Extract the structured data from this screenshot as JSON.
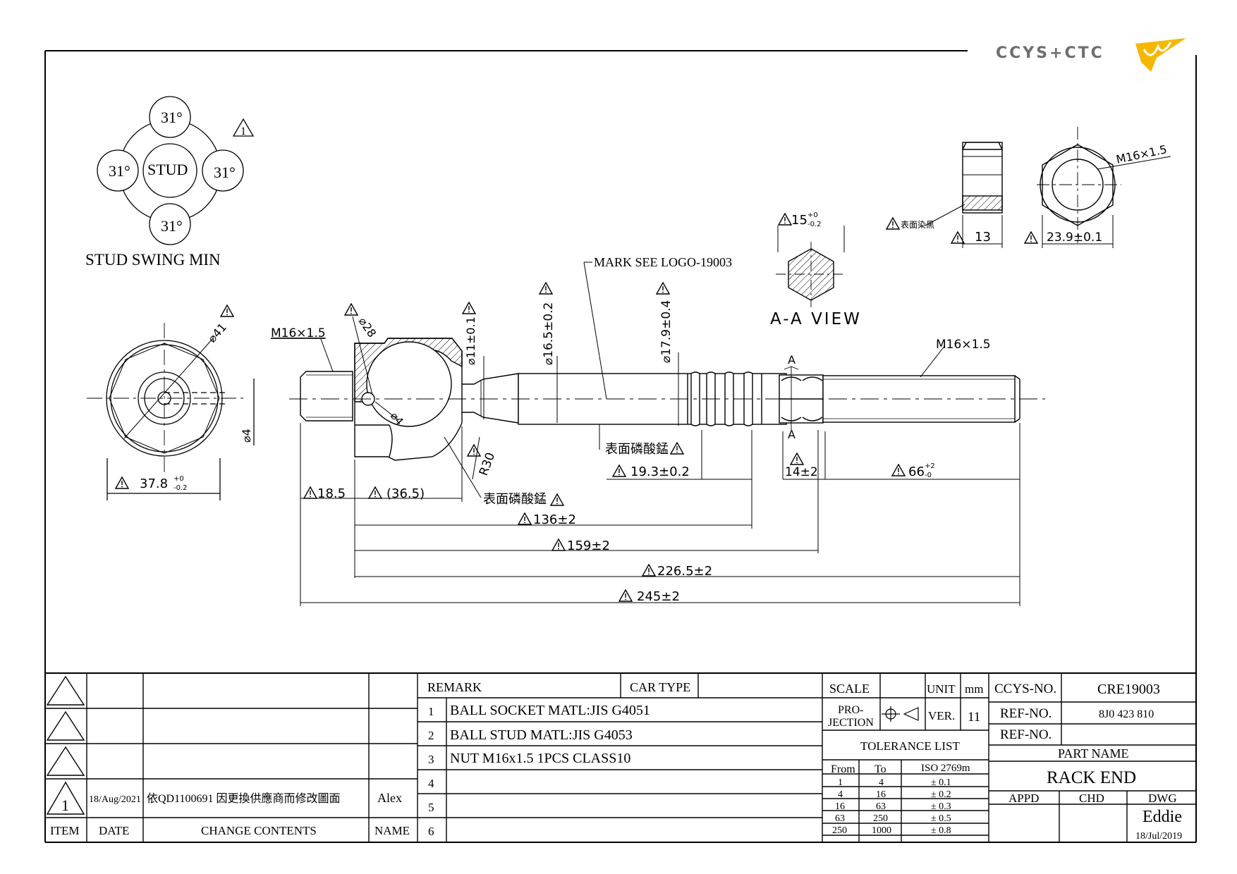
{
  "logo": {
    "text": "CCYS+CTC",
    "accent_color": "#f5b800",
    "text_color": "#6e6e6e"
  },
  "drawing": {
    "swing": {
      "values": [
        "31°",
        "31°",
        "31°",
        "31°"
      ],
      "center": "STUD",
      "caption": "STUD SWING MIN",
      "rev_mark": "1"
    },
    "labels": {
      "thread_left": "M16×1.5",
      "thread_right": "M16×1.5",
      "mark_logo": "MARK SEE LOGO-19003",
      "surface_treatment": "表面磷酸錳",
      "surface_black": "表面染黑",
      "aa_view": "A-A VIEW",
      "section_a": "A",
      "nut_thread": "M16×1.5",
      "radius": "R30"
    },
    "dims": {
      "d41": "⌀41",
      "d4": "⌀4",
      "d4b": "⌀4",
      "d28": "⌀28",
      "d11": "⌀11±0.1",
      "d16_5": "⌀16.5±0.2",
      "d17_9": "⌀17.9±0.4",
      "w37_8": "37.8",
      "w37_8_tol_up": "+0",
      "w37_8_tol_dn": "-0.2",
      "l18_5": "18.5",
      "l36_5": "(36.5)",
      "l19_3": "19.3±0.2",
      "l14": "14±2",
      "l66": "66",
      "l66_tol_up": "+2",
      "l66_tol_dn": "-0",
      "l136": "136±2",
      "l159": "159±2",
      "l226_5": "226.5±2",
      "l245": "245±2",
      "hex15": "15",
      "hex15_tol_up": "+0",
      "hex15_tol_dn": "-0.2",
      "nut13": "13",
      "nut23_9": "23.9±0.1"
    }
  },
  "revisions": {
    "rows": [
      {
        "item": "",
        "date": "",
        "contents": "",
        "name": ""
      },
      {
        "item": "",
        "date": "",
        "contents": "",
        "name": ""
      },
      {
        "item": "",
        "date": "",
        "contents": "",
        "name": ""
      },
      {
        "item": "1",
        "date": "18/Aug/2021",
        "contents": "依QD1100691 因更換供應商而修改圖面",
        "name": "Alex"
      }
    ],
    "headers": {
      "item": "ITEM",
      "date": "DATE",
      "contents": "CHANGE CONTENTS",
      "name": "NAME"
    }
  },
  "remarks": {
    "header": "REMARK",
    "car_type_label": "CAR TYPE",
    "car_type": "",
    "items": [
      {
        "no": "1",
        "text": "BALL SOCKET MATL:JIS G4051"
      },
      {
        "no": "2",
        "text": "BALL STUD MATL:JIS G4053"
      },
      {
        "no": "3",
        "text": "NUT M16x1.5 1PCS CLASS10"
      },
      {
        "no": "4",
        "text": ""
      },
      {
        "no": "5",
        "text": ""
      },
      {
        "no": "6",
        "text": ""
      }
    ]
  },
  "title_block": {
    "scale_label": "SCALE",
    "scale": "",
    "unit_label": "UNIT",
    "unit": "mm",
    "projection_label_1": "PRO-",
    "projection_label_2": "JECTION",
    "ver_label": "VER.",
    "ver": "11",
    "tolerance_title": "TOLERANCE LIST",
    "tolerance_headers": [
      "From",
      "To",
      "ISO 2769m"
    ],
    "tolerance_rows": [
      [
        "1",
        "4",
        "± 0.1"
      ],
      [
        "4",
        "16",
        "± 0.2"
      ],
      [
        "16",
        "63",
        "± 0.3"
      ],
      [
        "63",
        "250",
        "± 0.5"
      ],
      [
        "250",
        "1000",
        "± 0.8"
      ]
    ],
    "ccys_no_label": "CCYS-NO.",
    "ccys_no": "CRE19003",
    "ref_no_label": "REF-NO.",
    "ref_no_1": "8J0 423 810",
    "ref_no_2": "",
    "part_name_label": "PART NAME",
    "part_name": "RACK END",
    "appd_label": "APPD",
    "chd_label": "CHD",
    "dwg_label": "DWG",
    "appd": "",
    "chd": "",
    "dwg": "Eddie",
    "dwg_date": "18/Jul/2019"
  }
}
